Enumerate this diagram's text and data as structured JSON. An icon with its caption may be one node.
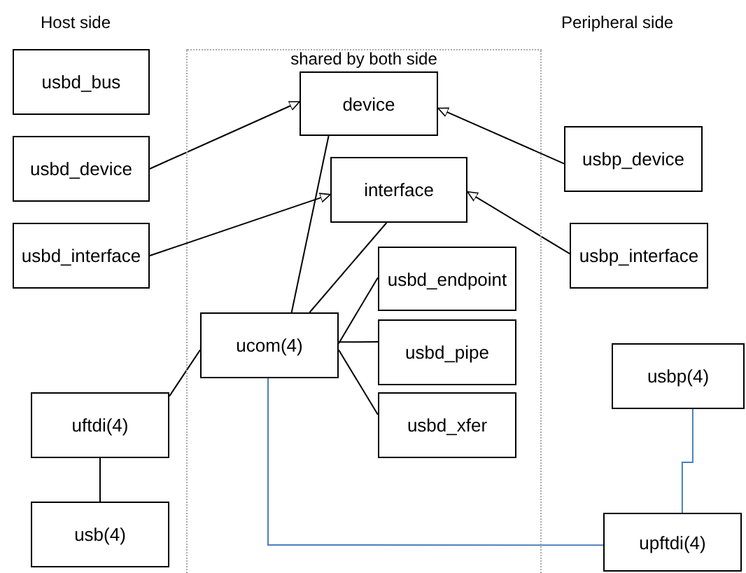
{
  "diagram": {
    "nodes": [
      {
        "text": [
          "usbd_bus"
        ]
      },
      {
        "text": [
          "usbd_device"
        ]
      },
      {
        "text": [
          "usbd_interface"
        ]
      },
      {
        "text": [
          "shared by both side"
        ]
      },
      {
        "text": [
          "device"
        ],
        "in": 3
      },
      {
        "text": [
          "interface"
        ],
        "in": 3
      },
      {
        "text": [
          "usbp_device"
        ]
      },
      {
        "text": [
          "usbp_interface"
        ]
      },
      {
        "text": [
          "usbd_endpoint"
        ],
        "in": 3
      },
      {
        "text": [
          "ucom(4)"
        ],
        "in": 3
      },
      {
        "text": [
          "usbd_pipe"
        ],
        "in": 3
      },
      {
        "text": [
          "usbd_xfer"
        ],
        "in": 3
      },
      {
        "text": [
          "uftdi(4)"
        ]
      },
      {
        "text": [
          "usbp(4)"
        ]
      },
      {
        "text": [
          "usb(4)"
        ]
      },
      {
        "text": [
          "upftdi(4)"
        ]
      }
    ],
    "edges": [
      {
        "from": 1,
        "to": 4,
        "arrow": "to"
      },
      {
        "from": 2,
        "to": 5,
        "arrow": "to"
      },
      {
        "from": 6,
        "to": 4,
        "arrow": "to"
      },
      {
        "from": 7,
        "to": 5,
        "arrow": "to"
      },
      {
        "from": 9,
        "to": 4,
        "arrow": "none"
      },
      {
        "from": 9,
        "to": 5,
        "arrow": "none"
      },
      {
        "from": 9,
        "to": 8,
        "arrow": "none"
      },
      {
        "from": 9,
        "to": 10,
        "arrow": "none"
      },
      {
        "from": 9,
        "to": 11,
        "arrow": "none"
      },
      {
        "from": 9,
        "to": 12,
        "arrow": "none"
      },
      {
        "from": 12,
        "to": 14,
        "arrow": "none"
      },
      {
        "from": 9,
        "to": 15,
        "arrow": "none",
        "color": "#4a7ebb"
      },
      {
        "from": 13,
        "to": 15,
        "arrow": "none",
        "color": "#4a7ebb"
      }
    ],
    "labels": [
      "Host side",
      "Peripheral side"
    ]
  }
}
